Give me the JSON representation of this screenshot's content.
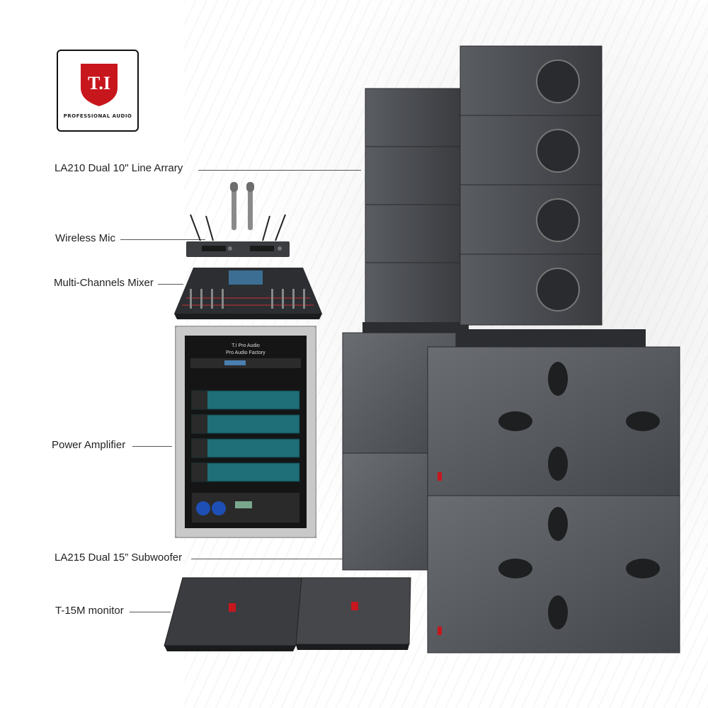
{
  "logo": {
    "brand": "T.I",
    "tagline": "PROFESSIONAL AUDIO"
  },
  "callouts": [
    {
      "id": "line-array",
      "text": "LA210 Dual 10\" Line Arrary"
    },
    {
      "id": "wireless-mic",
      "text": "Wireless Mic"
    },
    {
      "id": "mixer",
      "text": "Multi-Channels Mixer"
    },
    {
      "id": "power-amp",
      "text": "Power Amplifier"
    },
    {
      "id": "subwoofer",
      "text": "LA215 Dual 15” Subwoofer"
    },
    {
      "id": "monitor",
      "text": "T-15M monitor"
    }
  ],
  "rack": {
    "header_line1": "T.I Pro Audio",
    "header_line2": "Pro Audio Factory"
  },
  "colors": {
    "brand_red": "#c8161d",
    "cabinet_dark": "#3a3c40",
    "cabinet_mid": "#55585d",
    "amp_teal": "#1f6f78"
  }
}
